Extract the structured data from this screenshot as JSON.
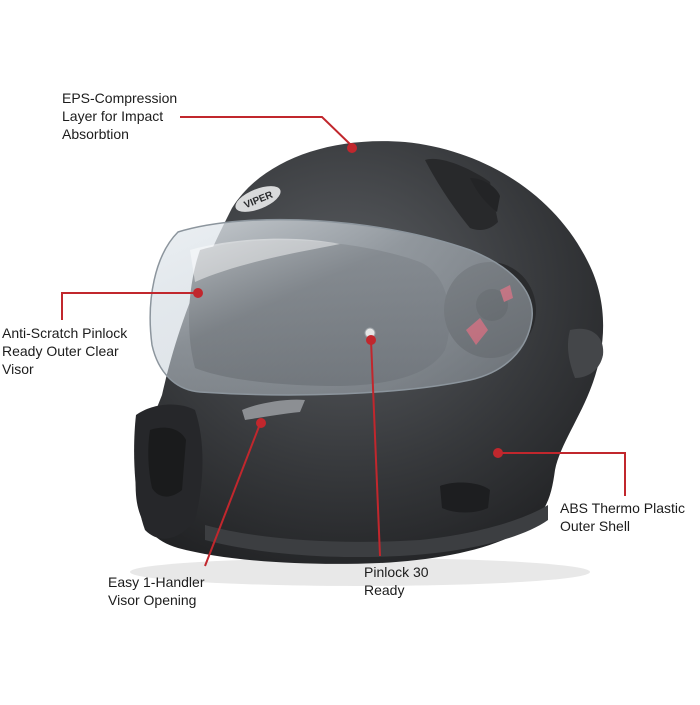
{
  "brand": {
    "logo_text": "VIPER"
  },
  "colors": {
    "accent": "#c1272d",
    "shell": "#2e3033",
    "text": "#1c1c1c"
  },
  "callouts": {
    "eps": {
      "line1": "EPS-Compression",
      "line2": "Layer for Impact",
      "line3": "Absorbtion"
    },
    "visor": {
      "line1": "Anti-Scratch Pinlock",
      "line2": "Ready Outer Clear",
      "line3": "Visor"
    },
    "handler": {
      "line1": "Easy 1-Handler",
      "line2": "Visor Opening"
    },
    "pinlock": {
      "line1": "Pinlock 30",
      "line2": "Ready"
    },
    "shell": {
      "line1": "ABS Thermo Plastic",
      "line2": "Outer Shell"
    }
  }
}
